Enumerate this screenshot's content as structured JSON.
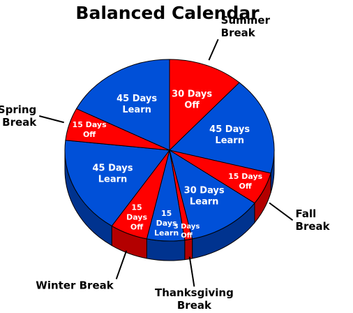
{
  "chart_data": {
    "type": "pie",
    "title": "Balanced Calendar",
    "slices": [
      {
        "label": [
          "30 Days",
          "Off"
        ],
        "value": 30,
        "color": "#ff0000"
      },
      {
        "label": [
          "45 Days",
          "Learn"
        ],
        "value": 45,
        "color": "#0050d8"
      },
      {
        "label": [
          "15 Days",
          "Off"
        ],
        "value": 15,
        "color": "#ff0000"
      },
      {
        "label": [
          "30 Days",
          "Learn"
        ],
        "value": 30,
        "color": "#0050d8"
      },
      {
        "label": [
          "3 Days",
          "Off"
        ],
        "value": 3,
        "color": "#ff0000"
      },
      {
        "label": [
          "15",
          "Days",
          "Learn"
        ],
        "value": 15,
        "color": "#0050d8"
      },
      {
        "label": [
          "15",
          "Days",
          "Off"
        ],
        "value": 15,
        "color": "#ff0000"
      },
      {
        "label": [
          "45 Days",
          "Learn"
        ],
        "value": 45,
        "color": "#0050d8"
      },
      {
        "label": [
          "15 Days",
          "Off"
        ],
        "value": 15,
        "color": "#ff0000"
      },
      {
        "label": [
          "45 Days",
          "Learn"
        ],
        "value": 45,
        "color": "#0050d8"
      }
    ],
    "callouts": [
      {
        "lines": [
          "Summer",
          "Break"
        ],
        "slice": 0
      },
      {
        "lines": [
          "Fall",
          "Break"
        ],
        "slice": 2
      },
      {
        "lines": [
          "Thanksgiving",
          "Break"
        ],
        "slice": 4
      },
      {
        "lines": [
          "Winter Break"
        ],
        "slice": 6
      },
      {
        "lines": [
          "Spring",
          "Break"
        ],
        "slice": 8
      }
    ],
    "colors": {
      "blue_top": "#0050d8",
      "blue_side": "#00338f",
      "red_top": "#ff0000",
      "red_side": "#b30000",
      "outline": "#000000",
      "label_text": "#ffffff"
    }
  }
}
